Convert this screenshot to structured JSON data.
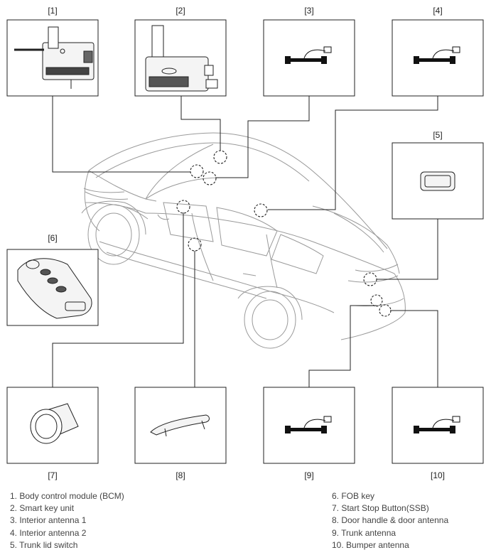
{
  "callouts": [
    "[1]",
    "[2]",
    "[3]",
    "[4]",
    "[5]",
    "[6]",
    "[7]",
    "[8]",
    "[9]",
    "[10]"
  ],
  "legend": {
    "left": [
      "1. Body control module (BCM)",
      "2. Smart key unit",
      "3. Interior antenna 1",
      "4. Interior antenna 2",
      "5. Trunk lid switch"
    ],
    "right": [
      "6. FOB key",
      "7. Start Stop Button(SSB)",
      "8. Door handle & door antenna",
      "9. Trunk antenna",
      "10. Bumper antenna"
    ]
  },
  "colors": {
    "line": "#222222",
    "car": "#9a9a9a",
    "box": "#222222"
  }
}
